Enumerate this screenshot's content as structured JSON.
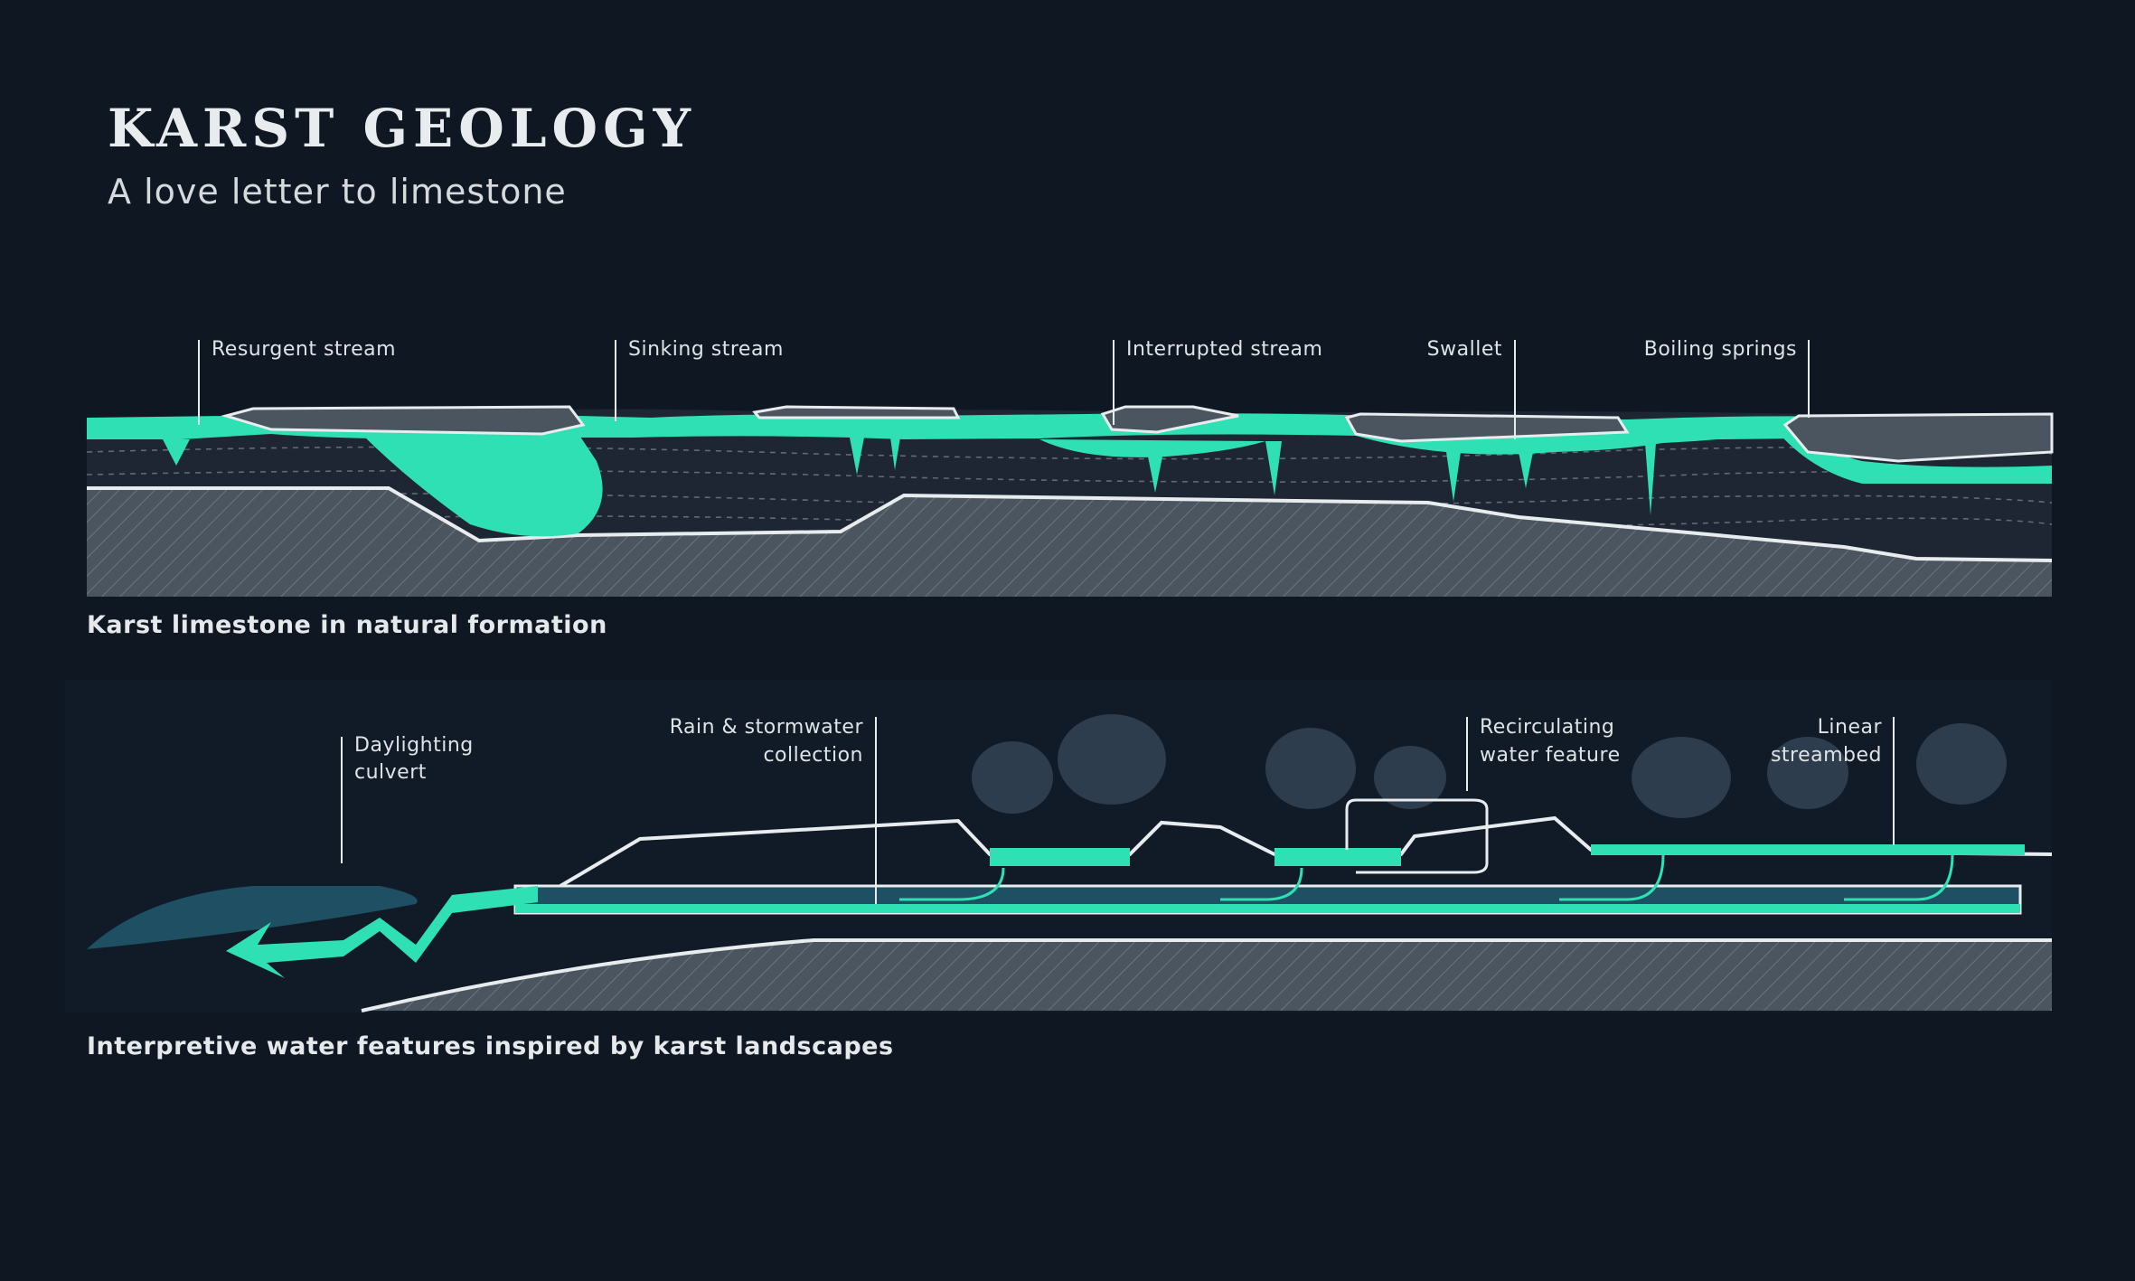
{
  "header": {
    "title": "KARST GEOLOGY",
    "subtitle": "A love letter to limestone"
  },
  "panels": {
    "natural": {
      "caption": "Karst limestone in natural formation",
      "labels": {
        "resurgent_stream": "Resurgent stream",
        "sinking_stream": "Sinking stream",
        "interrupted_stream": "Interrupted stream",
        "swallet": "Swallet",
        "boiling_springs": "Boiling springs"
      }
    },
    "interpretive": {
      "caption": "Interpretive water features inspired by karst landscapes",
      "labels": {
        "daylighting_1": "Daylighting",
        "daylighting_2": "culvert",
        "rain_1": "Rain & stormwater",
        "rain_2": "collection",
        "recirc_1": "Recirculating",
        "recirc_2": "water feature",
        "linear_1": "Linear",
        "linear_2": "streambed"
      }
    }
  },
  "colors": {
    "background": "#0f1723",
    "water": "#2ee0b4",
    "bedrock": "#4a5560",
    "soil": "#1d2632",
    "line": "#e9ecee",
    "culvert": "#1e4f62",
    "tree": "#2d3d4e"
  }
}
